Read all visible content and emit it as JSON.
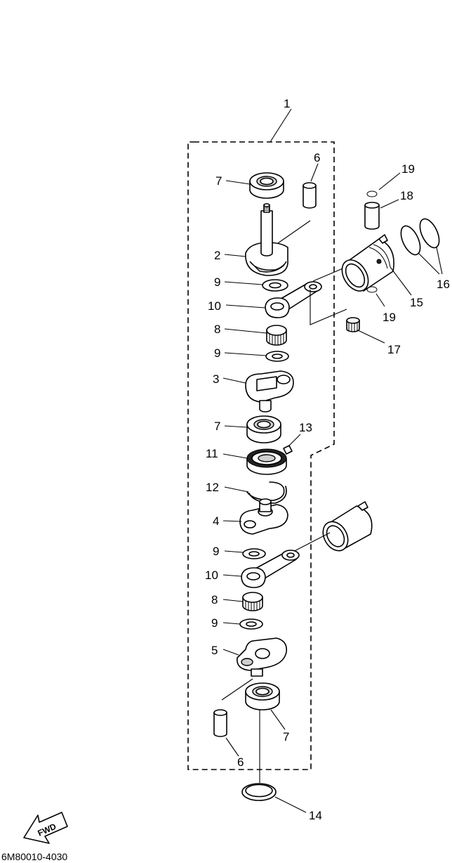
{
  "diagram": {
    "part_labels": {
      "p1": "1",
      "p2": "2",
      "p3": "3",
      "p4": "4",
      "p5": "5",
      "p6_top": "6",
      "p6_bottom": "6",
      "p7_top": "7",
      "p7_mid": "7",
      "p7_bottom": "7",
      "p8_top": "8",
      "p8_bottom": "8",
      "p9_a": "9",
      "p9_b": "9",
      "p9_c": "9",
      "p9_d": "9",
      "p10_top": "10",
      "p10_bottom": "10",
      "p11": "11",
      "p12": "12",
      "p13": "13",
      "p14": "14",
      "p15": "15",
      "p16": "16",
      "p17": "17",
      "p18": "18",
      "p19_top": "19",
      "p19_bottom": "19"
    },
    "fwd_arrow": {
      "label": "FWD",
      "icon": "fwd-arrow-icon"
    },
    "drawing_code": "6M80010-4030"
  }
}
